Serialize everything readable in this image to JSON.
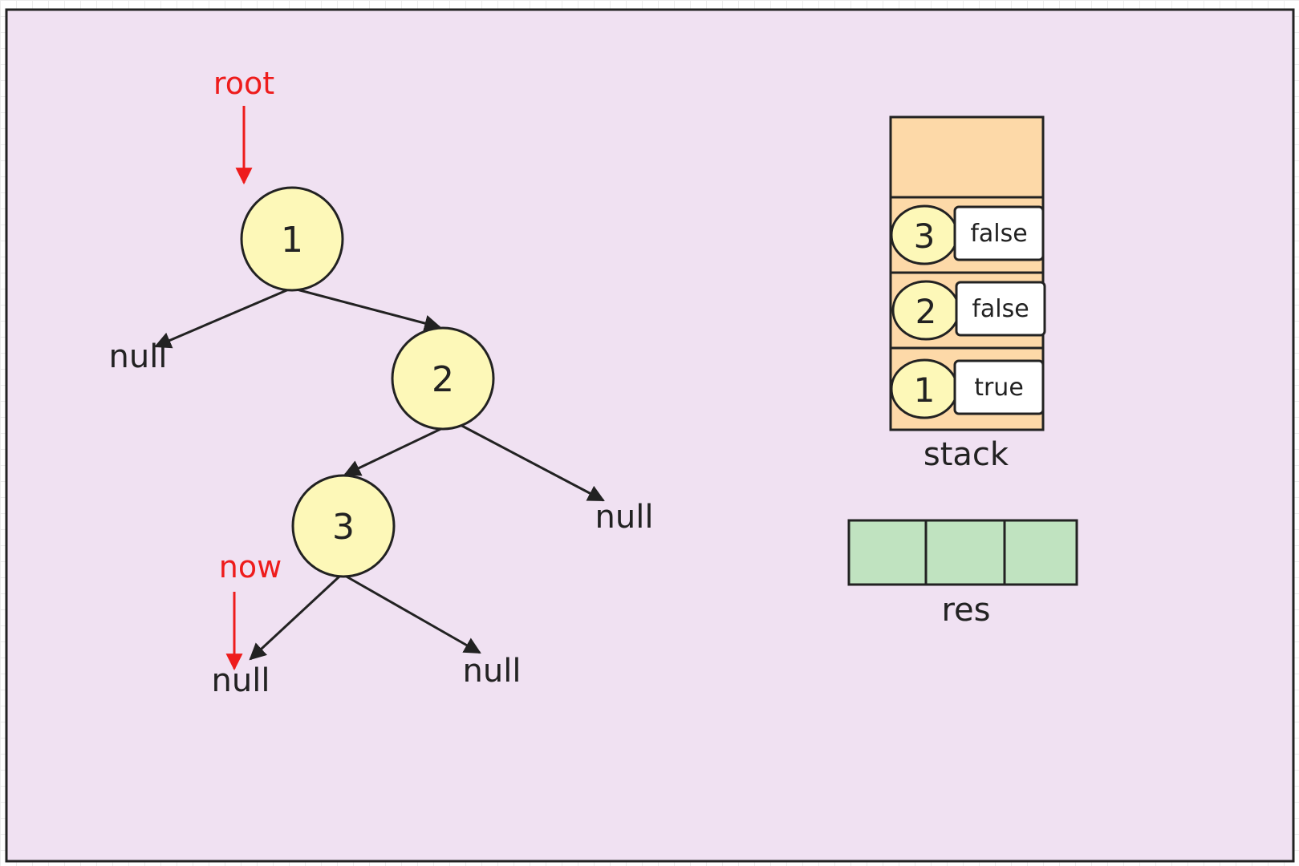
{
  "tree": {
    "nodes": [
      "1",
      "2",
      "3"
    ],
    "null_label": "null"
  },
  "pointers": {
    "root": "root",
    "now": "now"
  },
  "stack": {
    "label": "stack",
    "frames": [
      {
        "node": "3",
        "flag": "false"
      },
      {
        "node": "2",
        "flag": "false"
      },
      {
        "node": "1",
        "flag": "true"
      }
    ]
  },
  "res": {
    "label": "res",
    "cells": [
      "",
      "",
      ""
    ]
  },
  "colors": {
    "panel_background": "#f0e1f2",
    "node_fill": "#fdf8b8",
    "stack_fill": "#fdd9a8",
    "res_fill": "#c0e3c0",
    "pointer": "#ee1c1c",
    "stroke": "#222222"
  }
}
